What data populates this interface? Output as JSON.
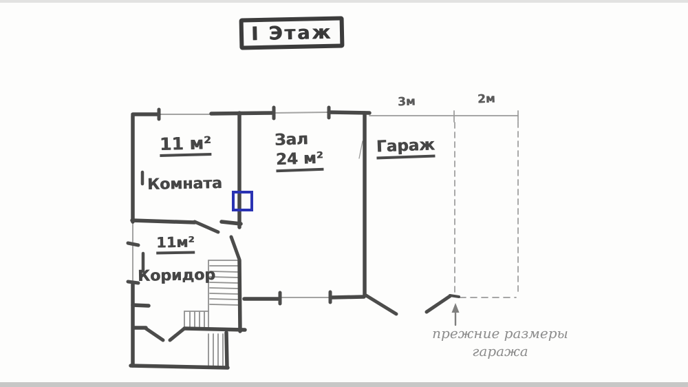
{
  "palette": {
    "ink": "#464646",
    "pencil": "#9a9a9a",
    "marker_blue": "#2a33b3"
  },
  "title": {
    "label": "I Этаж"
  },
  "rooms": {
    "komnata": {
      "area": "11 м²",
      "name": "Комната"
    },
    "zal": {
      "name": "Зал",
      "area": "24 м²"
    },
    "garazh": {
      "name": "Гараж"
    },
    "koridor": {
      "area": "11м²",
      "name": "Коридор"
    }
  },
  "dimensions": {
    "garage_current": "3м",
    "garage_former": "2м"
  },
  "annotation": {
    "line1": "прежние размеры",
    "line2": "гаража"
  }
}
